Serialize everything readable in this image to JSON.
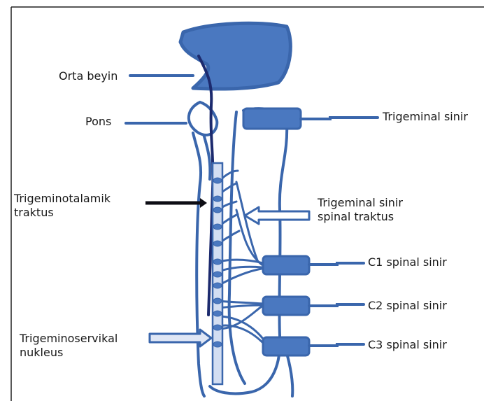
{
  "labels": {
    "midbrain": "Orta beyin",
    "pons": "Pons",
    "trigeminal_nerve": "Trigeminal sinir",
    "trigeminothalamic_1": "Trigeminotalamik",
    "trigeminothalamic_2": "traktus",
    "spinal_tract_1": "Trigeminal sinir",
    "spinal_tract_2": "spinal traktus",
    "c1": "C1 spinal sinir",
    "c2": "C2 spinal sinir",
    "c3": "C3 spinal sinir",
    "nucleus_1": "Trigeminoservikal",
    "nucleus_2": "nukleus"
  },
  "colors": {
    "fill": "#4a78c0",
    "stroke": "#3a66ac",
    "dark_tract": "#1c2a6e",
    "black_arrow": "#0d0d14",
    "column_fill": "#d3def2",
    "frame": "#202020"
  }
}
